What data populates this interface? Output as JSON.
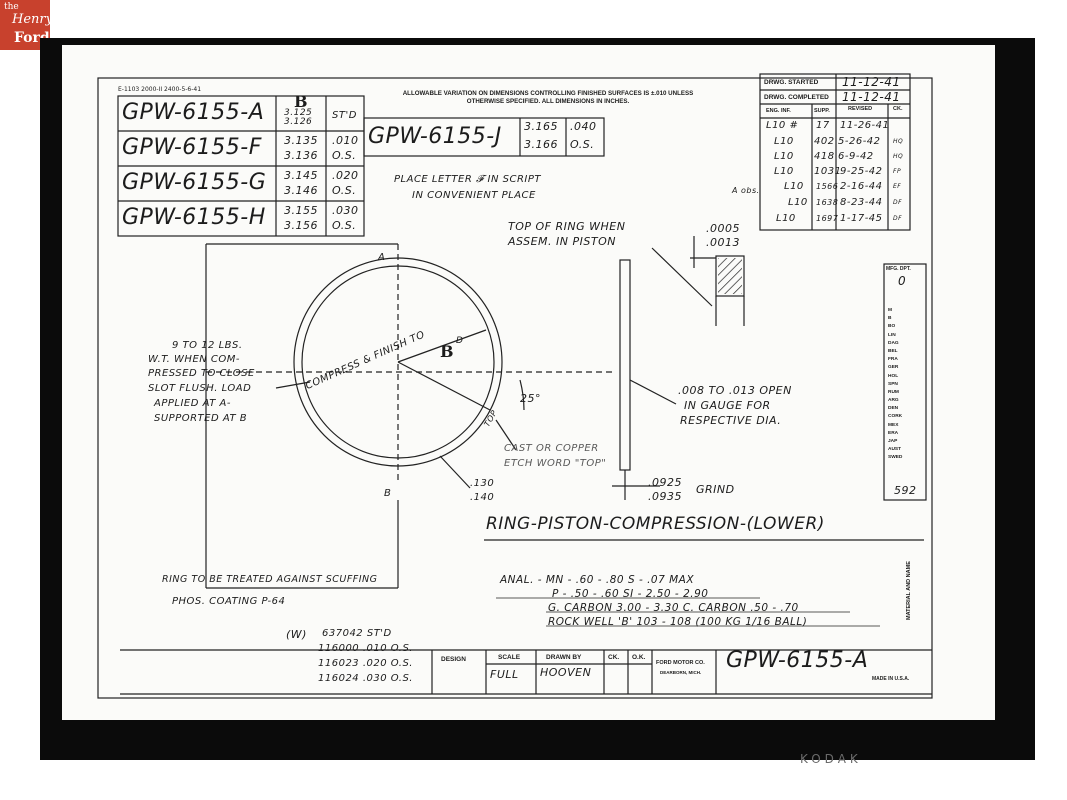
{
  "logo": {
    "line1": "the",
    "line2": "Henry",
    "line3": "Ford",
    "color": "#c8412d"
  },
  "form_ref": "E-1103 2000-II 2400-5-6-41",
  "tolerance_note": "ALLOWABLE VARIATION ON DIMENSIONS CONTROLLING FINISHED SURFACES IS ±.010 UNLESS OTHERWISE SPECIFIED. ALL DIMENSIONS IN INCHES.",
  "variants": [
    {
      "part": "GPW-6155-A",
      "dim1": "3.125",
      "dim2": "3.126",
      "code": "ST'D"
    },
    {
      "part": "GPW-6155-F",
      "dim1": "3.135",
      "dim2": "3.136",
      "code": ".010",
      "code2": "O.S."
    },
    {
      "part": "GPW-6155-G",
      "dim1": "3.145",
      "dim2": "3.146",
      "code": ".020",
      "code2": "O.S."
    },
    {
      "part": "GPW-6155-H",
      "dim1": "3.155",
      "dim2": "3.156",
      "code": ".030",
      "code2": "O.S."
    }
  ],
  "col_letter": "B",
  "variant_j": {
    "part": "GPW-6155-J",
    "dim1": "3.165",
    "dim2": "3.166",
    "code": ".040",
    "code2": "O.S."
  },
  "revision_block": {
    "started_label": "DRWG. STARTED",
    "started": "11-12-41",
    "completed_label": "DRWG. COMPLETED",
    "completed": "11-12-41",
    "headers": [
      "ENG. INF.",
      "SUPP.",
      "REVISED",
      "CK."
    ],
    "rows": [
      {
        "inf": "L10 #",
        "supp": "17",
        "date": "11-26-41",
        "ck": ""
      },
      {
        "inf": "L10",
        "supp": "402",
        "date": "5-26-42",
        "ck": "HQ"
      },
      {
        "inf": "L10",
        "supp": "418",
        "date": "6-9-42",
        "ck": "HQ"
      },
      {
        "inf": "L10",
        "supp": "1031",
        "date": "9-25-42",
        "ck": "FP"
      },
      {
        "inf": "L10",
        "supp": "1566",
        "date": "2-16-44",
        "ck": "EF"
      },
      {
        "inf": "L10",
        "supp": "1638",
        "date": "8-23-44",
        "ck": "DF"
      },
      {
        "inf": "L10",
        "supp": "1697",
        "date": "1-17-45",
        "ck": "DF"
      }
    ],
    "side_mark": "A obs."
  },
  "notes": {
    "place_letter": "PLACE LETTER 𝓕 IN SCRIPT",
    "place_letter2": "IN CONVENIENT PLACE",
    "top_of_ring": "TOP OF RING WHEN",
    "top_of_ring2": "ASSEM. IN PISTON",
    "gap_1": ".0005",
    "gap_2": ".0013",
    "load_1": "9 TO 12 LBS.",
    "load_2": "W.T. WHEN COM-",
    "load_3": "PRESSED TO CLOSE",
    "load_4": "SLOT FLUSH. LOAD",
    "load_5": "APPLIED AT A-",
    "load_6": "SUPPORTED AT B",
    "compress_label": "COMPRESS & FINISH TO",
    "letter_a": "A",
    "letter_b": "B",
    "letter_b_big": "B",
    "letter_d": "D",
    "angle": "25°",
    "top_tag": "TOP",
    "open_1": ".008 TO .013 OPEN",
    "open_2": "IN GAUGE FOR",
    "open_3": "RESPECTIVE DIA.",
    "cast_1": "CAST OR COPPER",
    "cast_2": "ETCH WORD \"TOP\"",
    "wall_1": ".130",
    "wall_2": ".140",
    "thick_1": ".0925",
    "thick_2": ".0935",
    "grind": "GRIND"
  },
  "title": "RING-PISTON-COMPRESSION-(LOWER)",
  "treatment_1": "RING TO BE TREATED AGAINST SCUFFING",
  "treatment_2": "PHOS. COATING P-64",
  "analysis": {
    "line1": "ANAL. - MN - .60 - .80     S - .07 MAX",
    "line2": "P - .50 - .60      SI - 2.50 - 2.90",
    "line3": "G. CARBON 3.00 - 3.30   C. CARBON .50 - .70",
    "line4": "ROCK WELL 'B' 103 - 108 (100 KG 1/16 BALL)"
  },
  "w_list": {
    "tag": "(W)",
    "rows": [
      "637042  ST'D",
      "116000  .010 O.S.",
      "116023  .020 O.S.",
      "116024  .030 O.S."
    ]
  },
  "mfg_dept": {
    "label": "MFG. DPT.",
    "value": "0",
    "items": [
      "M",
      "B",
      "BO",
      "LIN",
      "DAG",
      "BEL",
      "FRA",
      "GER",
      "HOL",
      "SPN",
      "RUM",
      "ARG",
      "DEN",
      "CORK",
      "MEX",
      "ERA",
      "JAP",
      "AUST",
      "SWED"
    ],
    "bottom": "592"
  },
  "title_block": {
    "design_label": "DESIGN",
    "scale_label": "SCALE",
    "scale": "FULL",
    "drawn_label": "DRAWN BY",
    "drawn": "HOOVEN",
    "ck_label": "CK.",
    "ok_label": "O.K.",
    "company": "FORD MOTOR CO.",
    "city": "DEARBORN, MICH.",
    "part": "GPW-6155-A",
    "made_in": "MADE IN U.S.A.",
    "material_label": "MATERIAL AND NAME"
  },
  "film_edge": "KODAK"
}
